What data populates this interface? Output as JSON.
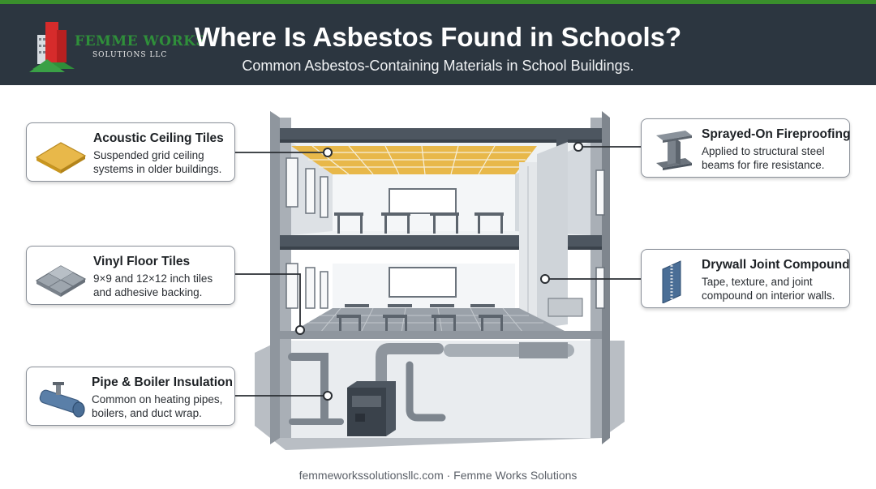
{
  "header": {
    "title": "Where Is Asbestos Found in Schools?",
    "subtitle": "Common Asbestos-Containing Materials in School Buildings."
  },
  "logo": {
    "name": "FEMME WORKS",
    "tagline": "SOLUTIONS LLC"
  },
  "callouts": {
    "ceiling": {
      "title": "Acoustic Ceiling Tiles",
      "desc_line1": "Suspended grid ceiling",
      "desc_line2": "systems in older buildings.",
      "icon": "ceiling-tile-icon"
    },
    "floor": {
      "title": "Vinyl Floor Tiles",
      "desc_line1": "9×9 and 12×12 inch tiles",
      "desc_line2": "and adhesive backing.",
      "icon": "floor-tile-icon"
    },
    "pipe": {
      "title": "Pipe & Boiler Insulation",
      "desc_line1": "Common on heating pipes,",
      "desc_line2": "boilers, and duct wrap.",
      "icon": "pipe-icon"
    },
    "fireproofing": {
      "title": "Sprayed-On Fireproofing",
      "desc_line1": "Applied to structural steel",
      "desc_line2": "beams for fire resistance.",
      "icon": "steel-beam-icon"
    },
    "drywall": {
      "title": "Drywall Joint Compound",
      "desc_line1": "Tape, texture, and joint",
      "desc_line2": "compound on interior walls.",
      "icon": "drywall-icon"
    }
  },
  "footer": {
    "text": "femmeworkssolutionsllc.com · Femme Works Solutions"
  },
  "colors": {
    "header_bg": "#2c3640",
    "accent_green": "#3a8f2c",
    "ceiling_tile": "#e8b84a",
    "steel": "#4d5660"
  }
}
